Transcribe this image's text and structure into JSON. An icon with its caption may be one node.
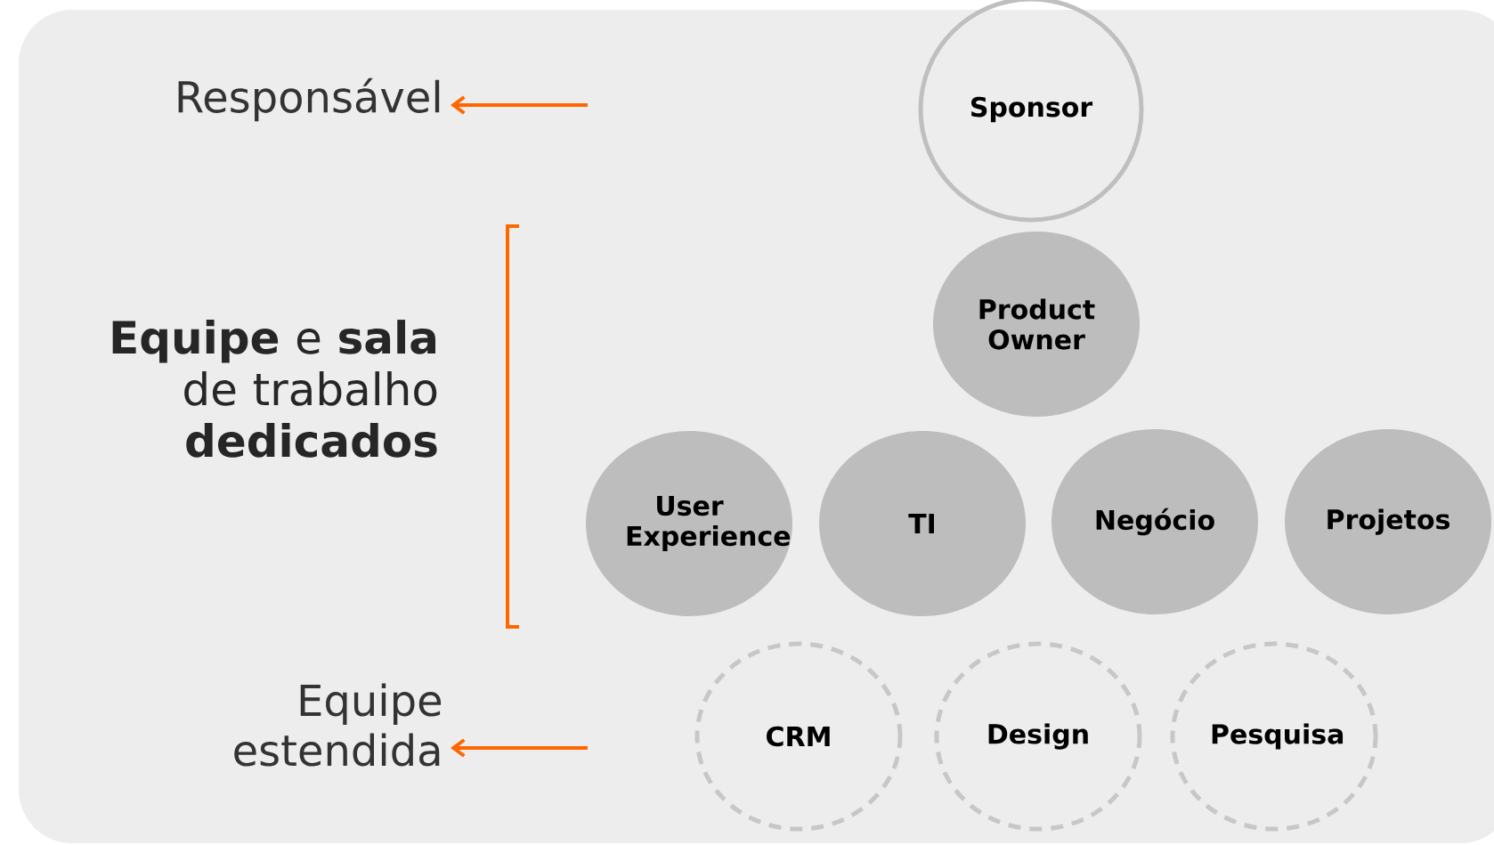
{
  "diagram": {
    "nodes": [
      {
        "text": [
          "Responsável"
        ]
      },
      {
        "text": [
          "Equipe estendida"
        ]
      },
      {
        "text": [
          "Sponsor"
        ]
      },
      {
        "text": [
          "Product Owner"
        ]
      },
      {
        "text": [
          "User Experience"
        ]
      },
      {
        "text": [
          "TI"
        ]
      },
      {
        "text": [
          "Negócio"
        ]
      },
      {
        "text": [
          "Projetos"
        ]
      },
      {
        "text": [
          "CRM"
        ]
      },
      {
        "text": [
          "Design"
        ]
      },
      {
        "text": [
          "Pesquisa"
        ]
      }
    ],
    "edges": [
      {
        "from": null,
        "to": 0,
        "arrow": "to"
      },
      {
        "from": null,
        "to": 1,
        "arrow": "to"
      }
    ],
    "labels": [
      "**Equipe** e **sala** de trabalho **dedicados**"
    ]
  }
}
